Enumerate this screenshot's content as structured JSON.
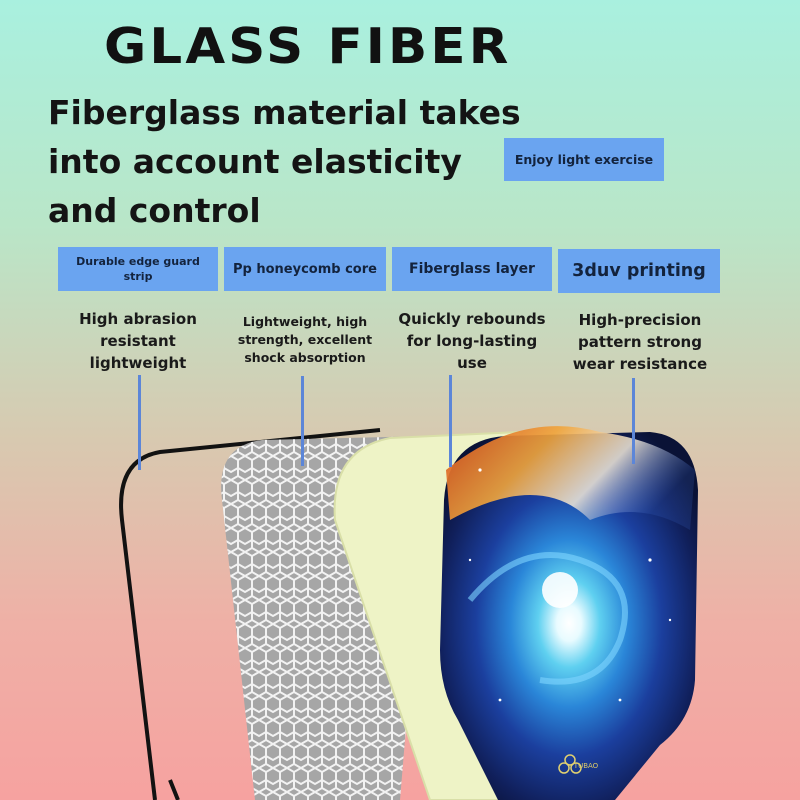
{
  "title": "GLASS FIBER",
  "headline": {
    "line1": "Fiberglass material takes",
    "line2": "into account elasticity",
    "line3": "and control"
  },
  "tag_enjoy": "Enjoy light exercise",
  "layers": [
    {
      "tag": "Durable edge guard strip",
      "desc": "High abrasion resistant lightweight"
    },
    {
      "tag": "Pp honeycomb core",
      "desc": "Lightweight, high strength, excellent shock absorption"
    },
    {
      "tag": "Fiberglass layer",
      "desc": "Quickly rebounds for long-lasting use"
    },
    {
      "tag": "3duv printing",
      "desc": "High-precision pattern strong wear resistance"
    }
  ],
  "brand": "TUBAO",
  "colors": {
    "tag_blue": "#6aa4f0",
    "pointer_blue": "#5c86d8",
    "honeycomb": "#a8a8a8",
    "fiberglass": "#eef3c6",
    "edge_guard": "#111111"
  }
}
